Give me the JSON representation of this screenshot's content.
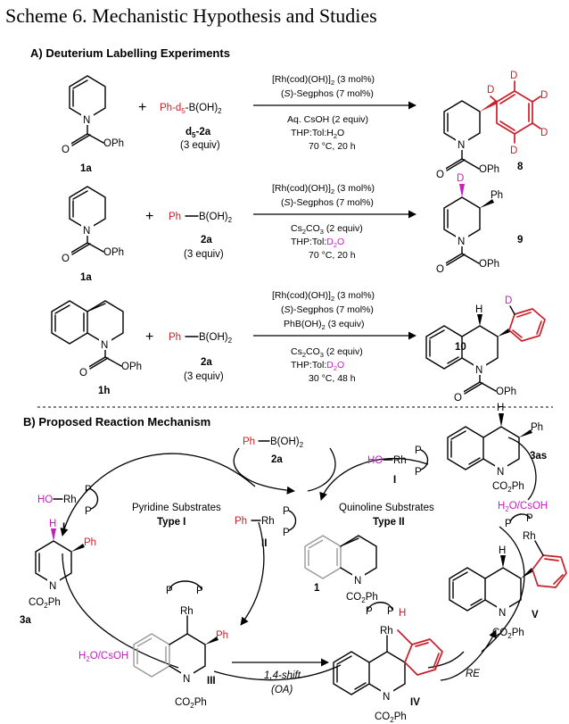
{
  "title": "Scheme 6. Mechanistic Hypothesis and Studies",
  "sectionA": "A) Deuterium Labelling Experiments",
  "sectionB": "B) Proposed Reaction Mechanism",
  "r1": {
    "plus": "+",
    "reagent": "Ph-d",
    "reagent_sub": "5",
    "reagent_tail": "-B(OH)",
    "reagent_tail_sub": "2",
    "reagent_label": "d",
    "reagent_label_sub": "5",
    "reagent_label_tail": "-2a",
    "equiv": "(3 equiv)",
    "sm_label": "1a",
    "cond1": "[Rh(cod)(OH)]",
    "cond1_sub": "2",
    "cond1_tail": " (3 mol%)",
    "cond2a": "(",
    "cond2b": "S",
    "cond2c": ")-Segphos (7 mol%)",
    "cond3": "Aq. CsOH (2 equiv)",
    "cond4a": "THP:Tol:H",
    "cond4b": "2",
    "cond4c": "O",
    "cond5": "70 °C, 20 h",
    "product": "8",
    "D": "D",
    "OPh": "OPh",
    "O": "O",
    "N": "N"
  },
  "r2": {
    "plus": "+",
    "reagent_ph": "Ph",
    "reagent_b": "B(OH)",
    "reagent_b_sub": "2",
    "reagent_label": "2a",
    "equiv": "(3 equiv)",
    "sm_label": "1a",
    "cond1": "[Rh(cod)(OH)]",
    "cond1_sub": "2",
    "cond1_tail": " (3 mol%)",
    "cond2a": "(",
    "cond2b": "S",
    "cond2c": ")-Segphos (7 mol%)",
    "cond3a": "Cs",
    "cond3b": "2",
    "cond3c": "CO",
    "cond3d": "3",
    "cond3e": " (2 equiv)",
    "cond4a": "THP:Tol:",
    "cond4b": "D",
    "cond4c": "2",
    "cond4d": "O",
    "cond5": "70 °C, 20 h",
    "product": "9",
    "D": "D",
    "Ph": "Ph",
    "OPh": "OPh",
    "O": "O",
    "N": "N"
  },
  "r3": {
    "plus": "+",
    "reagent_ph": "Ph",
    "reagent_b": "B(OH)",
    "reagent_b_sub": "2",
    "reagent_label": "2a",
    "equiv": "(3 equiv)",
    "sm_label": "1h",
    "cond1": "[Rh(cod)(OH)]",
    "cond1_sub": "2",
    "cond1_tail": " (3 mol%)",
    "cond2a": "(",
    "cond2b": "S",
    "cond2c": ")-Segphos (7 mol%)",
    "cond3a": "PhB(OH)",
    "cond3b": "2",
    "cond3c": " (3 equiv)",
    "cond4a": "Cs",
    "cond4b": "2",
    "cond4c": "CO",
    "cond4d": "3",
    "cond4e": " (2 equiv)",
    "cond5a": "THP:Tol:",
    "cond5b": "D",
    "cond5c": "2",
    "cond5d": "O",
    "cond6": "30 °C, 48 h",
    "product": "10",
    "D": "D",
    "H": "H",
    "OPh": "OPh",
    "O": "O",
    "N": "N"
  },
  "mech": {
    "top_reagent_ph": "Ph",
    "top_reagent_b": "B(OH)",
    "top_reagent_b_sub": "2",
    "top_reagent_label": "2a",
    "cat_ho": "HO",
    "cat_rh": "Rh",
    "P": "P",
    "label_I": "I",
    "label_II": "II",
    "label_III": "III",
    "label_IV": "IV",
    "label_V": "V",
    "ph_rh_ph": "Ph",
    "left_cycle_a": "Pyridine Substrates",
    "left_cycle_b": "Type I",
    "right_cycle_a": "Quinoline Substrates",
    "right_cycle_b": "Type II",
    "quench_a": "H",
    "quench_b": "2",
    "quench_c": "O/CsOH",
    "sub1_label": "1",
    "co2ph": "CO",
    "co2ph_sub": "2",
    "co2ph_tail": "Ph",
    "N": "N",
    "H": "H",
    "Ph": "Ph",
    "prod_3a": "3a",
    "prod_3as": "3as",
    "shift_a": "1,4-shift",
    "shift_b": "(OA)",
    "RE": "RE"
  }
}
